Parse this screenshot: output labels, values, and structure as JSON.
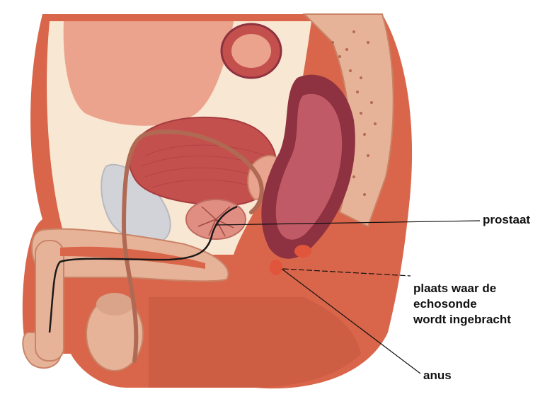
{
  "labels": {
    "prostate": "prostaat",
    "probe_insertion": [
      "plaats waar de",
      "echosonde",
      "wordt ingebracht"
    ],
    "anus": "anus"
  },
  "colors": {
    "skin": "#d9664a",
    "skin_dark": "#c95a40",
    "cream": "#f8e7d2",
    "cavity_pink": "#eba38d",
    "bladder": "#c4504e",
    "rectum_dark": "#8e3140",
    "rectum_lumen": "#c05a66",
    "prostate": "#e08d82",
    "bone": "#e2a88e",
    "gray_organ": "#d2d3d8",
    "urethra_tube": "#b06a54",
    "leader_line": "#111111"
  }
}
